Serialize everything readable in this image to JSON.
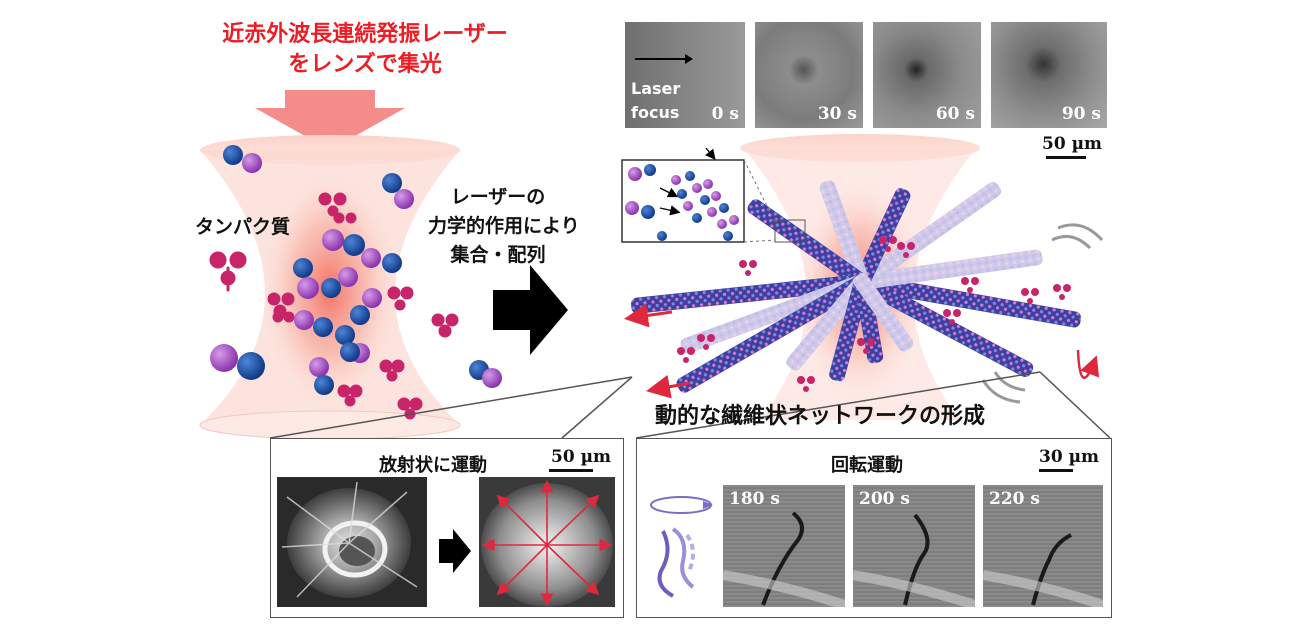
{
  "title": {
    "line1": "近赤外波長連続発振レーザー",
    "line2": "をレンズで集光"
  },
  "protein_label": "タンパク質",
  "process_text": {
    "line1": "レーザーの",
    "line2": "力学的作用により",
    "line3": "集合・配列"
  },
  "network_label": "動的な繊維状ネットワークの形成",
  "timelapse": {
    "laser_label_1": "Laser",
    "laser_label_2": "focus",
    "frames": [
      "0 s",
      "30 s",
      "60 s",
      "90 s"
    ],
    "scale": "50 µm"
  },
  "radial_panel": {
    "title": "放射状に運動",
    "scale": "50 µm"
  },
  "rotation_panel": {
    "title": "回転運動",
    "scale": "30 µm",
    "frames": [
      "180 s",
      "200 s",
      "220 s"
    ]
  },
  "colors": {
    "title_red": "#ee1c24",
    "purple_sphere": "#a24bc2",
    "blue_sphere": "#1f4fa8",
    "protein_magenta": "#c8246a",
    "laser_glow": "#f26b5e",
    "arrow_red": "#e0283c"
  }
}
